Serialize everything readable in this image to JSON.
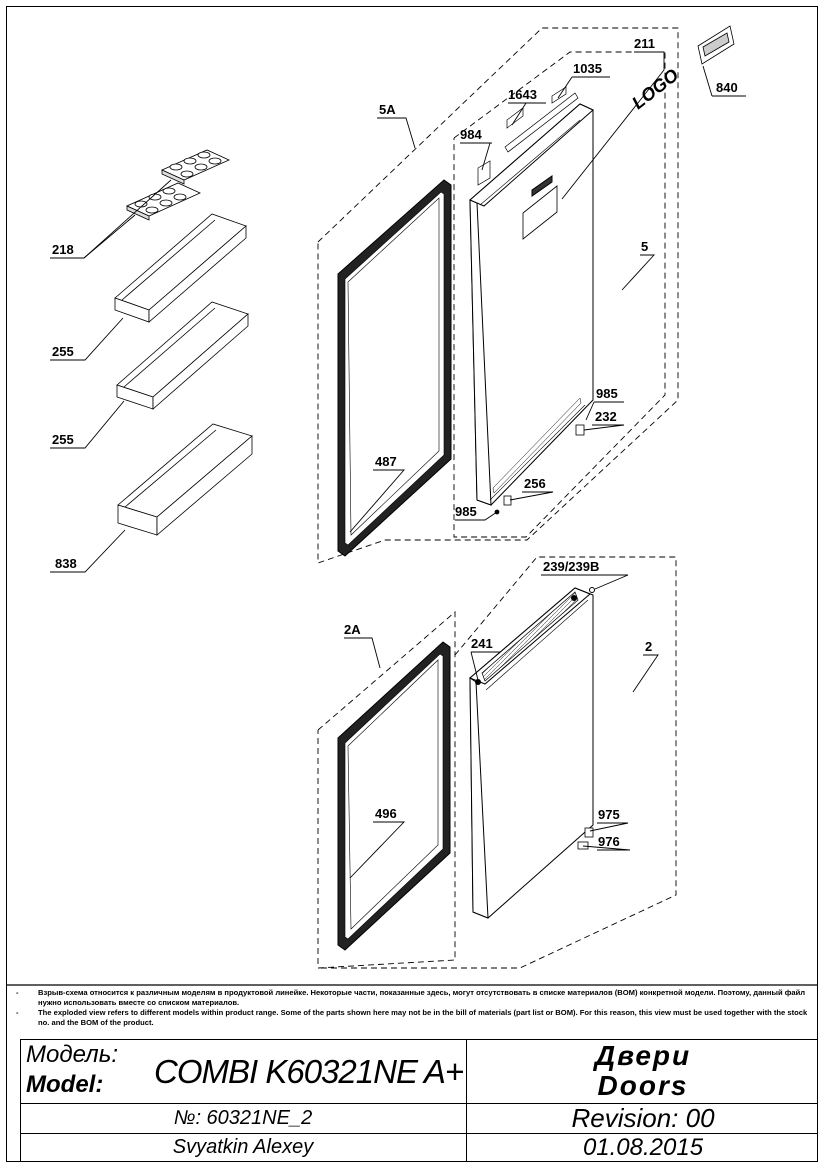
{
  "callouts": {
    "c211": "211",
    "c840": "840",
    "c1035": "1035",
    "c1643": "1643",
    "c984": "984",
    "logo": "LOGO",
    "c5A": "5A",
    "c5": "5",
    "c218": "218",
    "c255a": "255",
    "c255b": "255",
    "c838": "838",
    "c487": "487",
    "c985a": "985",
    "c232": "232",
    "c256": "256",
    "c985b": "985",
    "c239": "239/239B",
    "c2A": "2A",
    "c241": "241",
    "c2": "2",
    "c496": "496",
    "c975": "975",
    "c976": "976"
  },
  "notes": [
    {
      "dash": "-",
      "text": "Взрыв-схема относится к различным моделям в продуктовой линейке.  Некоторые части, показанные здесь, могут отсутствовать в списке материалов (BOM) конкретной модели. Поэтому, данный файл нужно использовать вместе со списком материалов."
    },
    {
      "dash": "-",
      "text": "The exploded view refers to different models within product range. Some of the parts shown here may not be in the bill of materials (part list or BOM). For this reason, this view must be used together with the stock no. and the BOM of the product."
    }
  ],
  "title_block": {
    "model_label_ru": "Модель:",
    "model_label_en": "Model:",
    "model_value": "COMBI K60321NE A+",
    "title_ru": "Двери",
    "title_en": "Doors",
    "number": "№: 60321NE_2",
    "revision": "Revision: 00",
    "author": "Svyatkin Alexey",
    "date": "01.08.2015"
  }
}
